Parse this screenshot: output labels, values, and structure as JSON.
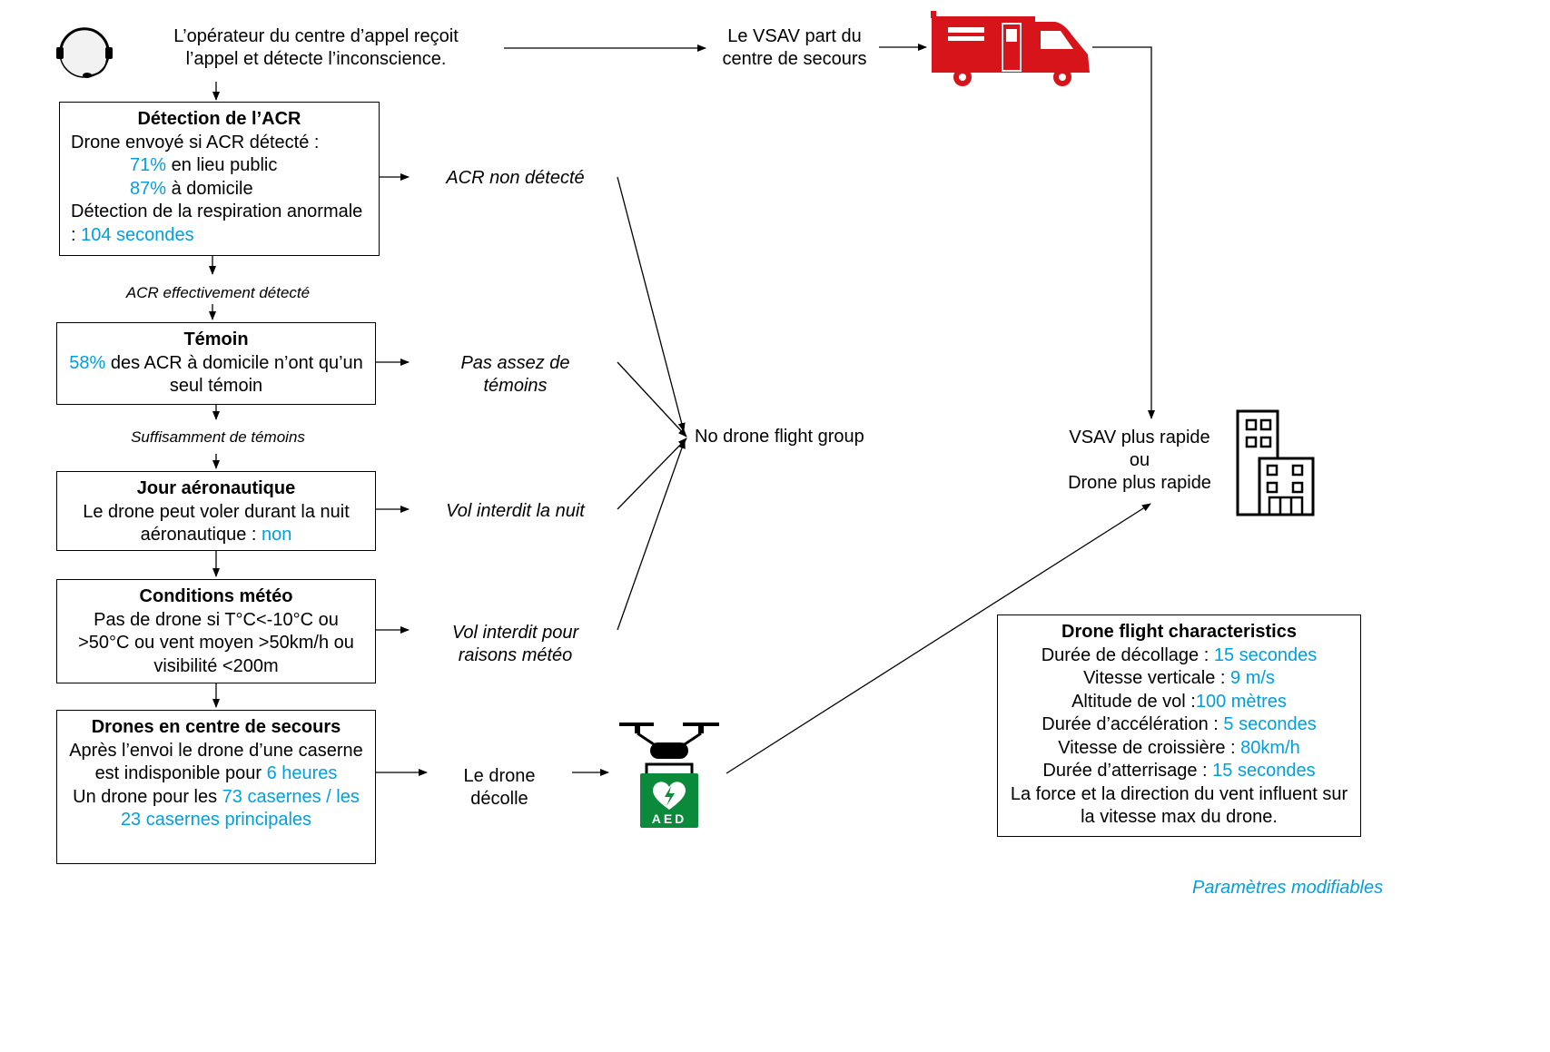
{
  "top": {
    "operator_text": "L’opérateur du centre d’appel reçoit l’appel et détecte l’inconscience.",
    "vsav_text": "Le VSAV part du centre de secours"
  },
  "boxes": {
    "acr": {
      "title": "Détection de l’ACR",
      "line1": "Drone envoyé si ACR détecté :",
      "pct_public": "71%",
      "public_label": " en lieu public",
      "pct_home": "87%",
      "home_label": " à domicile",
      "resp_label": "Détection de la respiration anormale : ",
      "resp_value": "104 secondes"
    },
    "temoin": {
      "title": "Témoin",
      "pct": "58%",
      "text": " des ACR à domicile n’ont qu’un seul témoin"
    },
    "jour": {
      "title": "Jour aéronautique",
      "text": "Le drone peut voler durant la nuit aéronautique : ",
      "value": "non"
    },
    "meteo": {
      "title": "Conditions météo",
      "text": "Pas de drone si T°C<-10°C ou >50°C ou vent moyen >50km/h ou visibilité <200m"
    },
    "drones": {
      "title": "Drones en centre de secours",
      "text1": "Après l’envoi le drone d’une caserne est indisponible pour ",
      "value1": "6 heures",
      "text2": "Un drone pour les ",
      "value2": "73 casernes / les 23 casernes principales"
    }
  },
  "between_labels": {
    "acr_detected": "ACR effectivement détecté",
    "enough_witnesses": "Suffisamment de témoins"
  },
  "outcomes": {
    "acr_not_detected": "ACR non détecté",
    "not_enough_witnesses": "Pas assez de témoins",
    "night_forbidden": "Vol interdit la nuit",
    "weather_forbidden": "Vol interdit pour raisons météo",
    "no_drone_group": "No drone flight group",
    "drone_takeoff": "Le drone décolle"
  },
  "result": {
    "line1": "VSAV plus rapide",
    "line2": "ou",
    "line3": "Drone plus rapide"
  },
  "flight": {
    "title": "Drone flight characteristics",
    "rows": [
      {
        "label": "Durée de décollage : ",
        "value": "15 secondes"
      },
      {
        "label": "Vitesse verticale : ",
        "value": "9 m/s"
      },
      {
        "label": "Altitude de vol :",
        "value": "100 mètres"
      },
      {
        "label": "Durée d’accélération : ",
        "value": "5 secondes"
      },
      {
        "label": "Vitesse de croissière : ",
        "value": "80km/h"
      },
      {
        "label": "Durée d’atterrisage : ",
        "value": "15 secondes"
      }
    ],
    "note": "La force et la direction du vent influent sur la vitesse max du drone."
  },
  "legend": "Paramètres modifiables",
  "icons": {
    "headset": "headset-icon",
    "ambulance": "ambulance-icon",
    "hospital": "hospital-building-icon",
    "drone": "aed-drone-icon",
    "aed_text": "AED"
  },
  "colors": {
    "parameter": "#00a0e0",
    "ambulance": "#d7141a",
    "aed": "#0a8a3a"
  }
}
